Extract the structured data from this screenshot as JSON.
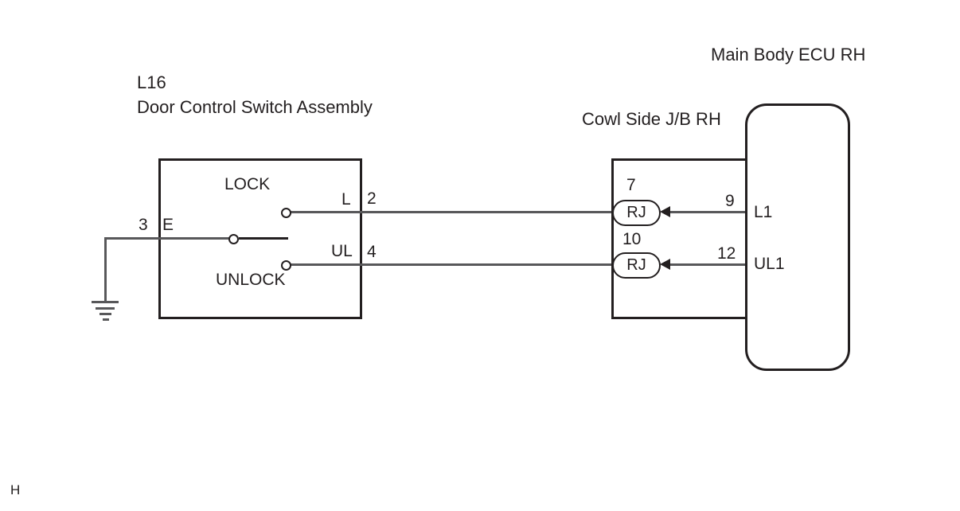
{
  "diagram": {
    "ecu_title": "Main Body ECU RH",
    "switch_ref": "L16",
    "switch_name": "Door Control Switch Assembly",
    "jb_title": "Cowl Side J/B RH",
    "footer_mark": "H"
  },
  "switch_box": {
    "lock_label": "LOCK",
    "unlock_label": "UNLOCK",
    "pin_e_number": "3",
    "pin_e_name": "E",
    "pin_l_name": "L",
    "pin_l_number": "2",
    "pin_ul_name": "UL",
    "pin_ul_number": "4"
  },
  "junction_box": {
    "conn1_pin": "7",
    "conn1_code": "RJ",
    "conn2_pin": "10",
    "conn2_code": "RJ"
  },
  "ecu": {
    "pin1_number": "9",
    "pin1_name": "L1",
    "pin2_number": "12",
    "pin2_name": "UL1"
  },
  "colors": {
    "line": "#231f20",
    "wire": "#58585a"
  }
}
